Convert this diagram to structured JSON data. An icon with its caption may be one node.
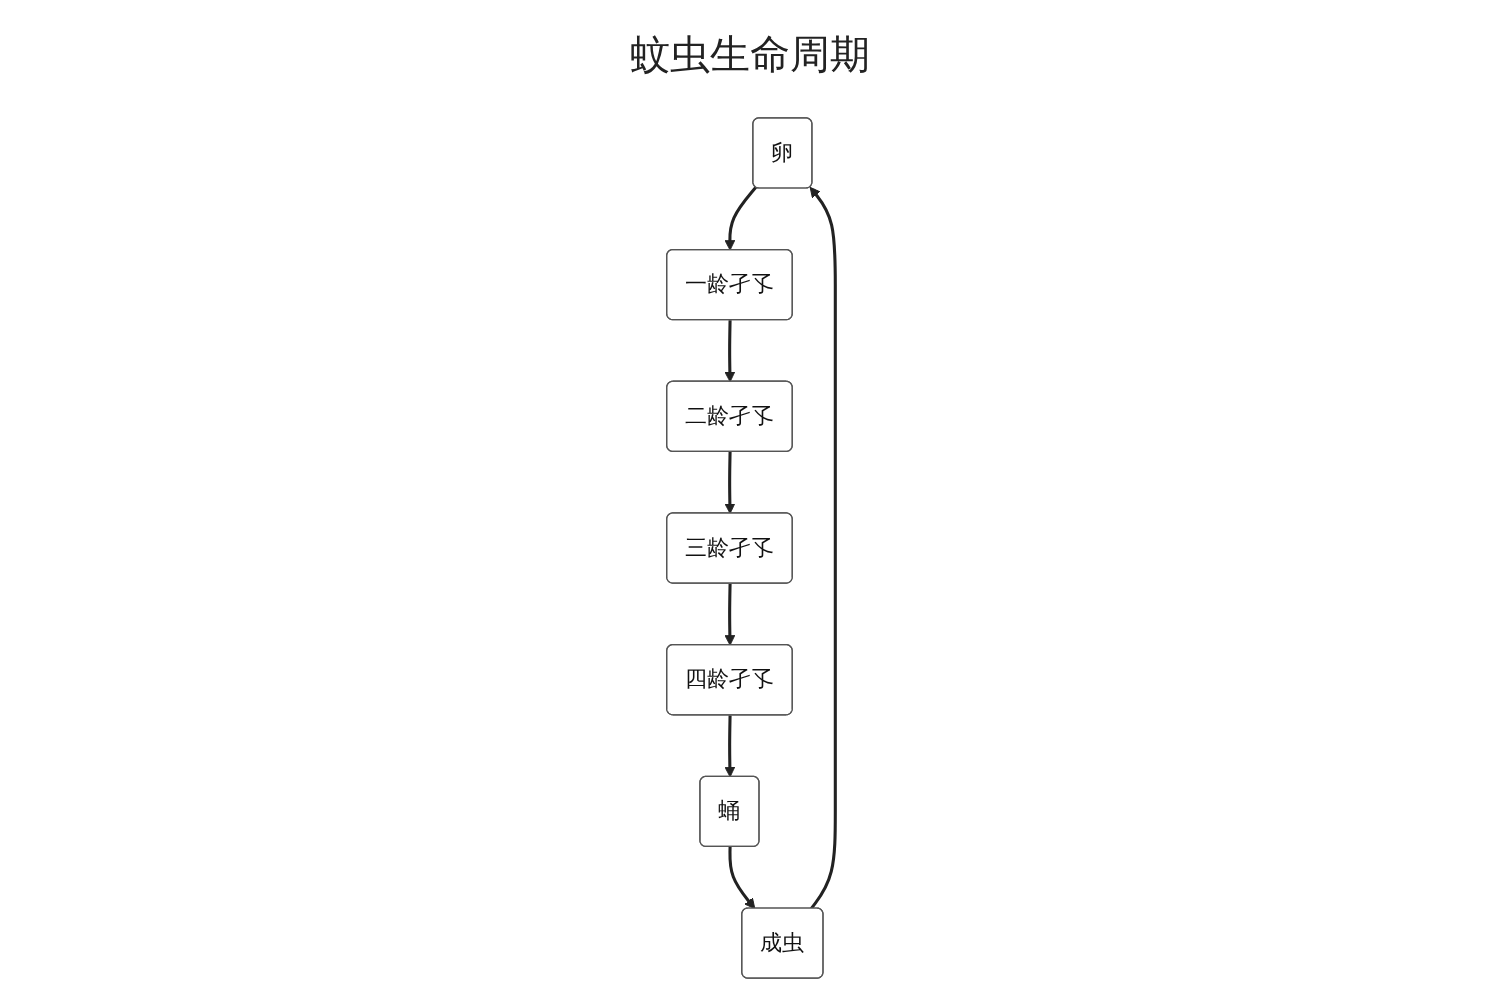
{
  "diagram": {
    "title": "蚊虫生命周期",
    "nodes": [
      {
        "text": [
          "卵"
        ]
      },
      {
        "text": [
          "一龄孑孓"
        ]
      },
      {
        "text": [
          "二龄孑孓"
        ]
      },
      {
        "text": [
          "三龄孑孓"
        ]
      },
      {
        "text": [
          "四龄孑孓"
        ]
      },
      {
        "text": [
          "蛹"
        ]
      },
      {
        "text": [
          "成虫"
        ]
      }
    ],
    "edges": [
      {
        "from": 0,
        "to": 1,
        "arrow": "to"
      },
      {
        "from": 1,
        "to": 2,
        "arrow": "to"
      },
      {
        "from": 2,
        "to": 3,
        "arrow": "to"
      },
      {
        "from": 3,
        "to": 4,
        "arrow": "to"
      },
      {
        "from": 4,
        "to": 5,
        "arrow": "to"
      },
      {
        "from": 5,
        "to": 6,
        "arrow": "to"
      },
      {
        "from": 6,
        "to": 0,
        "arrow": "to"
      }
    ]
  }
}
